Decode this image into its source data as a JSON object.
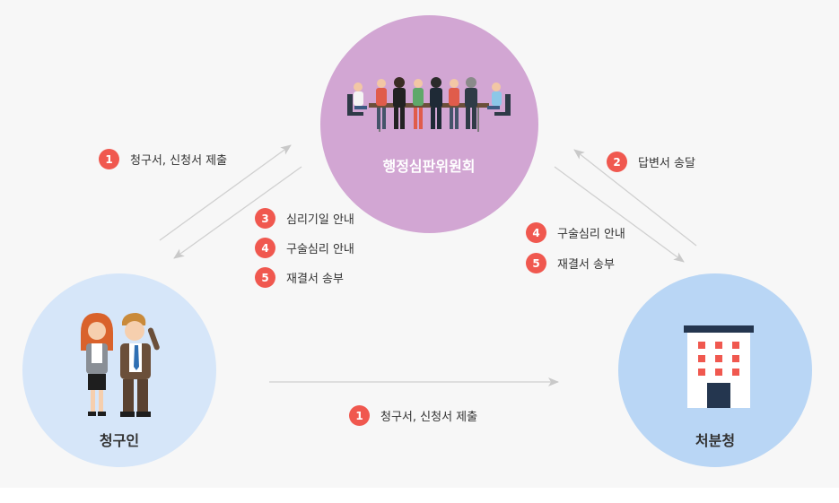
{
  "nodes": {
    "committee": "행정심판위원회",
    "claimant": "청구인",
    "agency": "처분청"
  },
  "steps": {
    "claimant_to_committee": {
      "num": "1",
      "label": "청구서, 신청서 제출"
    },
    "committee_to_claimant": [
      {
        "num": "3",
        "label": "심리기일 안내"
      },
      {
        "num": "4",
        "label": "구술심리 안내"
      },
      {
        "num": "5",
        "label": "재결서 송부"
      }
    ],
    "agency_to_committee": {
      "num": "2",
      "label": "답변서 송달"
    },
    "committee_to_agency": [
      {
        "num": "4",
        "label": "구술심리 안내"
      },
      {
        "num": "5",
        "label": "재결서 송부"
      }
    ],
    "claimant_to_agency": {
      "num": "1",
      "label": "청구서, 신청서 제출"
    }
  },
  "colors": {
    "committee_circle": "#d2a6d3",
    "claimant_circle": "#d6e6f9",
    "agency_circle": "#b9d6f5",
    "step_badge": "#f0584f",
    "arrow": "#cccccc"
  },
  "icons": {
    "committee": "meeting-people-icon",
    "claimant": "two-people-icon",
    "agency": "office-building-icon"
  }
}
